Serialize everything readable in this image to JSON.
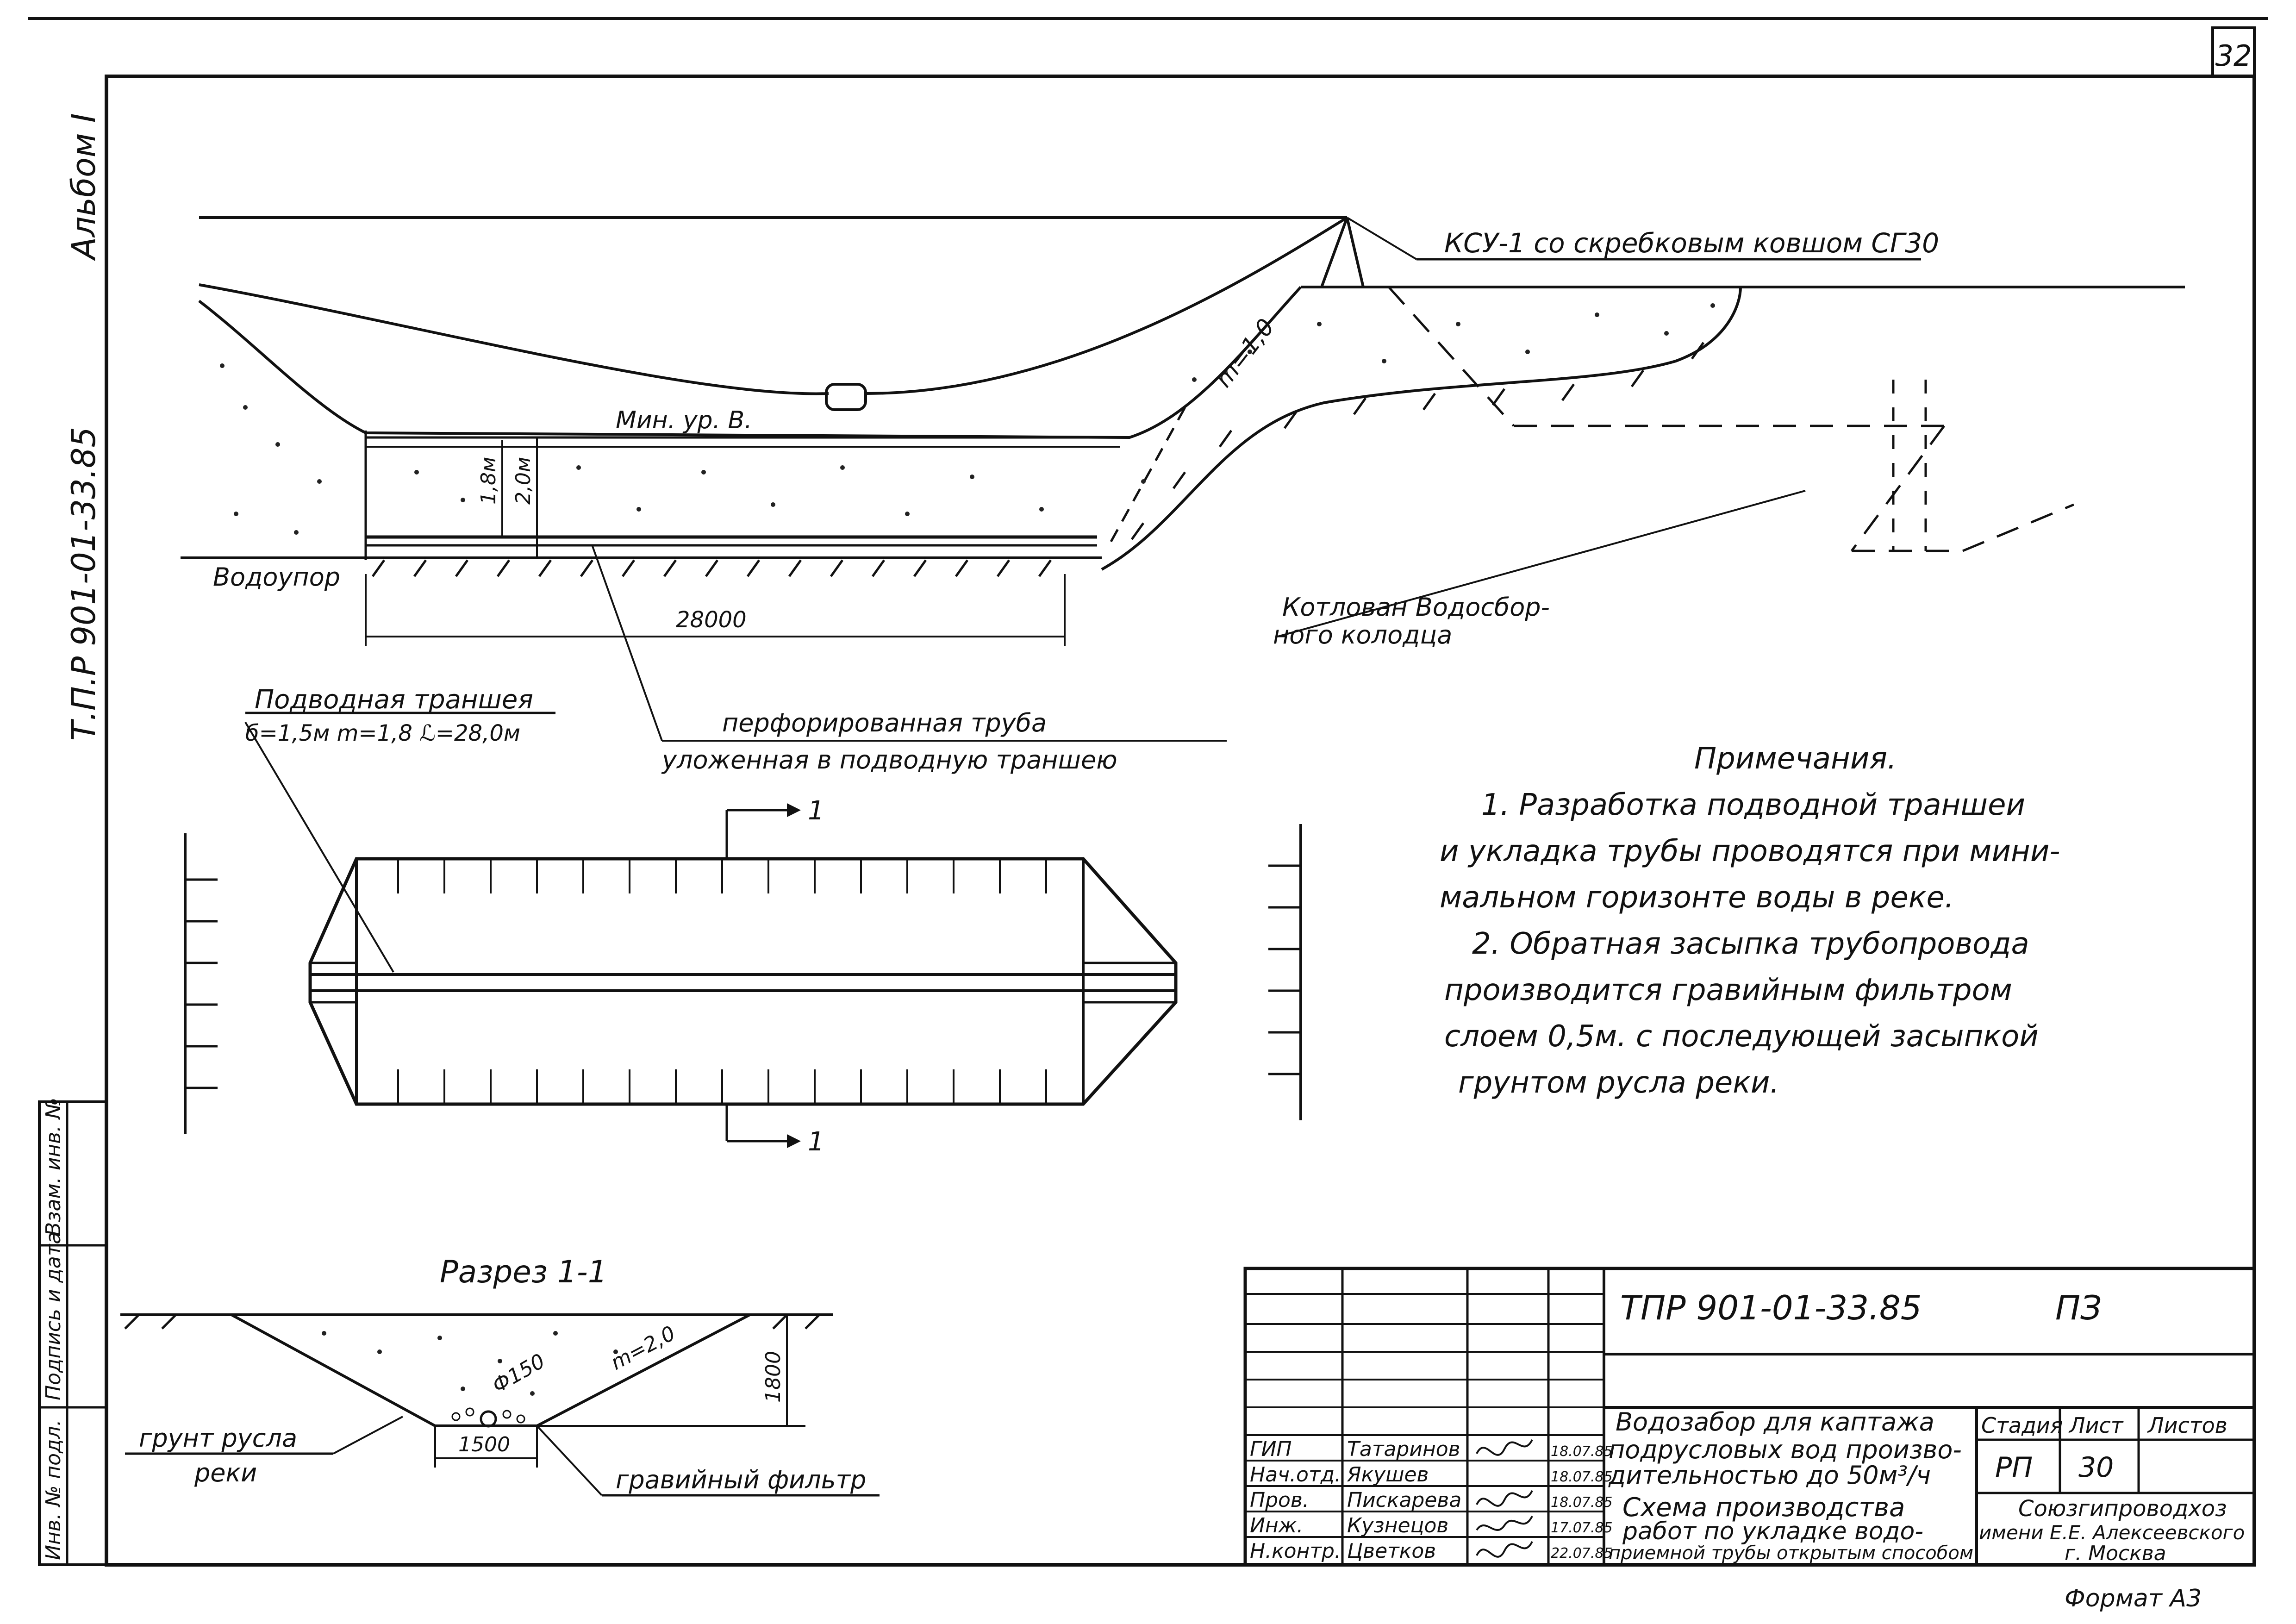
{
  "sheet_number": "32",
  "side": {
    "album": "Альбом I",
    "project_code": "Т.П.Р 901-01-33.85"
  },
  "side_table": {
    "inv_original": "Инв. № подл.",
    "signature_date": "Подпись и дата",
    "replace_inv": "Взам. инв. №"
  },
  "profile": {
    "machine_label": "КСУ-1 со скребковым ковшом СГ30",
    "min_water_level": "Мин. ур. В.",
    "depth_1": "1,8м",
    "depth_2": "2,0м",
    "slope": "m=1,0",
    "aquitard": "Водоупор",
    "length_dim": "28000",
    "pit_label_1": "Котлован Водосбор-",
    "pit_label_2": "ного колодца",
    "pipe_label_1": "перфорированная труба",
    "pipe_label_2": "уложенная в подводную траншею"
  },
  "trench": {
    "title": "Подводная траншея",
    "params": "б=1,5м  m=1,8  ℒ=28,0м",
    "section_mark": "1"
  },
  "notes": {
    "heading": "Примечания.",
    "lines": [
      "1. Разработка подводной траншеи",
      "и укладка трубы проводятся при мини-",
      "мальном горизонте воды в реке.",
      "2. Обратная засыпка трубопровода",
      "производится гравийным фильтром",
      "слоем 0,5м. с последующей засыпкой",
      "грунтом русла реки."
    ]
  },
  "section": {
    "title": "Разрез 1-1",
    "pipe_dia": "Ф150",
    "slope": "m=2,0",
    "depth": "1800",
    "width": "1500",
    "soil_label_1": "грунт русла",
    "soil_label_2": "реки",
    "filter_label": "гравийный фильтр"
  },
  "title_block": {
    "code": "ТПР 901-01-33.85",
    "part": "ПЗ",
    "desc_1": "Водозабор для каптажа",
    "desc_2": "подрусловых вод произво-",
    "desc_3": "дительностью до 50м³/ч",
    "sheet_title_1": "Схема производства",
    "sheet_title_2": "работ по укладке водо-",
    "sheet_title_3": "приемной трубы открытым способом",
    "stage_label": "Стадия",
    "sheet_label": "Лист",
    "sheets_label": "Листов",
    "stage": "РП",
    "sheet": "30",
    "org_1": "Союзгипроводхоз",
    "org_2": "имени Е.Е. Алексеевского",
    "org_3": "г. Москва",
    "rows": [
      {
        "role": "ГИП",
        "name": "Татаринов",
        "date": "18.07.85"
      },
      {
        "role": "Нач.отд.",
        "name": "Якушев",
        "date": "18.07.85"
      },
      {
        "role": "Пров.",
        "name": "Пискарева",
        "date": "18.07.85"
      },
      {
        "role": "Инж.",
        "name": "Кузнецов",
        "date": "17.07.85"
      },
      {
        "role": "Н.контр.",
        "name": "Цветков",
        "date": "22.07.85"
      }
    ]
  },
  "format": "Формат А3"
}
